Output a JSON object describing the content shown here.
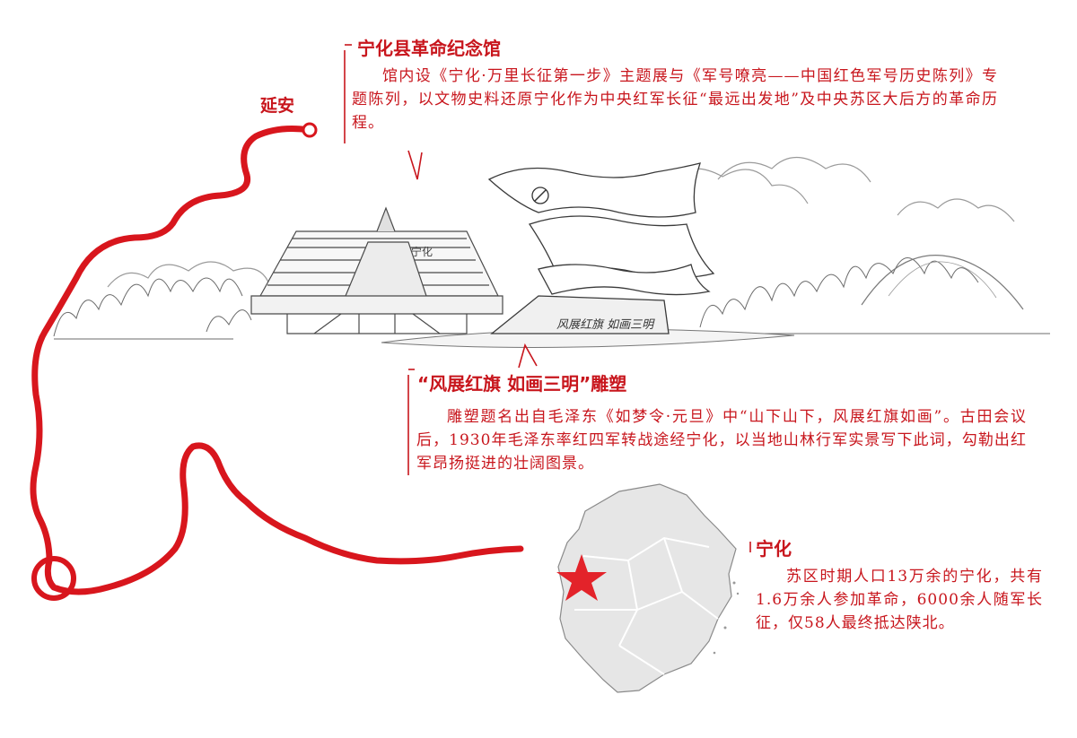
{
  "route": {
    "start_label": "延安",
    "route_color": "#d8161d"
  },
  "callouts": {
    "museum": {
      "title": "宁化县革命纪念馆",
      "body": "馆内设《宁化·万里长征第一步》主题展与《军号嘹亮——中国红色军号历史陈列》专题陈列，以文物史料还原宁化作为中央红军长征“最远出发地”及中央苏区大后方的革命历程。"
    },
    "sculpture": {
      "title": "“风展红旗 如画三明”雕塑",
      "body": "雕塑题名出自毛泽东《如梦令·元旦》中“山下山下，风展红旗如画”。古田会议后，1930年毛泽东率红四军转战途经宁化，以当地山林行军实景写下此词，勾勒出红军昂扬挺进的壮阔图景。",
      "engraving": "风展红旗 如画三明"
    },
    "ninghua": {
      "title": "宁化",
      "body": "苏区时期人口13万余的宁化，共有1.6万余人参加革命，6000余人随军长征，仅58人最终抵达陕北。"
    }
  },
  "museum_sign": "宁化",
  "colors": {
    "accent_red": "#c8161d",
    "star_red": "#e3232a",
    "map_fill": "#e6e6e6",
    "sketch_line": "#555555"
  },
  "icons": {
    "star": "star-icon",
    "route_start": "route-start-dot-icon"
  }
}
